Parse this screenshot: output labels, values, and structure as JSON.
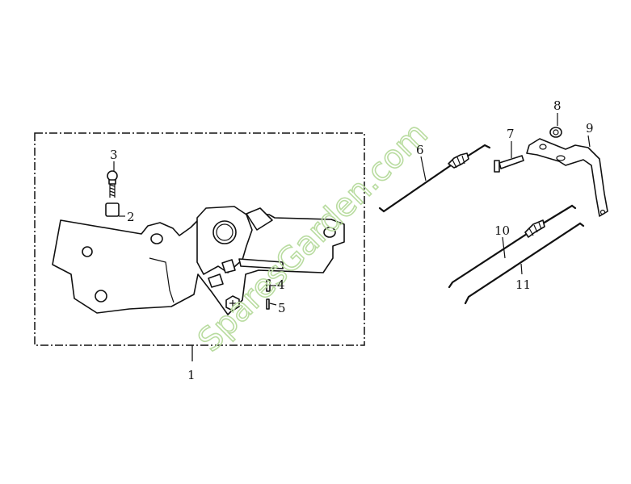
{
  "diagram": {
    "watermark": "SparesGarden.com",
    "callouts": [
      {
        "id": "1",
        "label": "1"
      },
      {
        "id": "2",
        "label": "2"
      },
      {
        "id": "3",
        "label": "3"
      },
      {
        "id": "4",
        "label": "4"
      },
      {
        "id": "5",
        "label": "5"
      },
      {
        "id": "6",
        "label": "6"
      },
      {
        "id": "7",
        "label": "7"
      },
      {
        "id": "8",
        "label": "8"
      },
      {
        "id": "9",
        "label": "9"
      },
      {
        "id": "10",
        "label": "10"
      },
      {
        "id": "11",
        "label": "11"
      }
    ]
  }
}
